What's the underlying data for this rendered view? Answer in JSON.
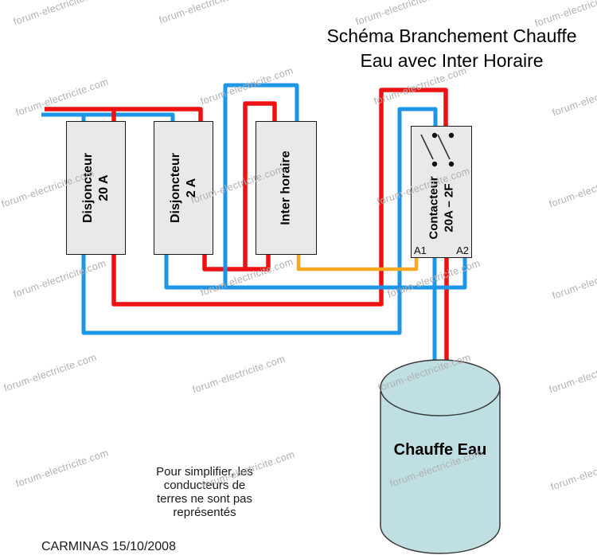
{
  "title": {
    "line1": "Schéma Branchement Chauffe",
    "line2": "Eau avec Inter Horaire"
  },
  "components": {
    "disjoncteur_20a": {
      "line1": "Disjoncteur",
      "line2": "20 A"
    },
    "disjoncteur_2a": {
      "line1": "Disjoncteur",
      "line2": "2 A"
    },
    "inter_horaire": {
      "label": "Inter horaire"
    },
    "contacteur": {
      "line1": "Contacteur",
      "line2": "20A – 2F",
      "terminal_a1": "A1",
      "terminal_a2": "A2"
    },
    "chauffe_eau": {
      "label": "Chauffe Eau"
    }
  },
  "note": {
    "lines": [
      "Pour simplifier, les",
      "conducteurs de",
      "terres ne sont pas",
      "représentés"
    ]
  },
  "credit": "CARMINAS 15/10/2008",
  "watermark": {
    "text": "forum-electricite.com",
    "color": "#b0b0b0"
  },
  "colors": {
    "phase_wire": "#ee1111",
    "neutral_wire": "#1e96e8",
    "timer_switched_wire": "#f6a821",
    "component_fill": "#e9e9e9",
    "component_border": "#1a1a1a",
    "tank_fill": "#bfdfe3",
    "tank_border": "#3a3a3a"
  }
}
